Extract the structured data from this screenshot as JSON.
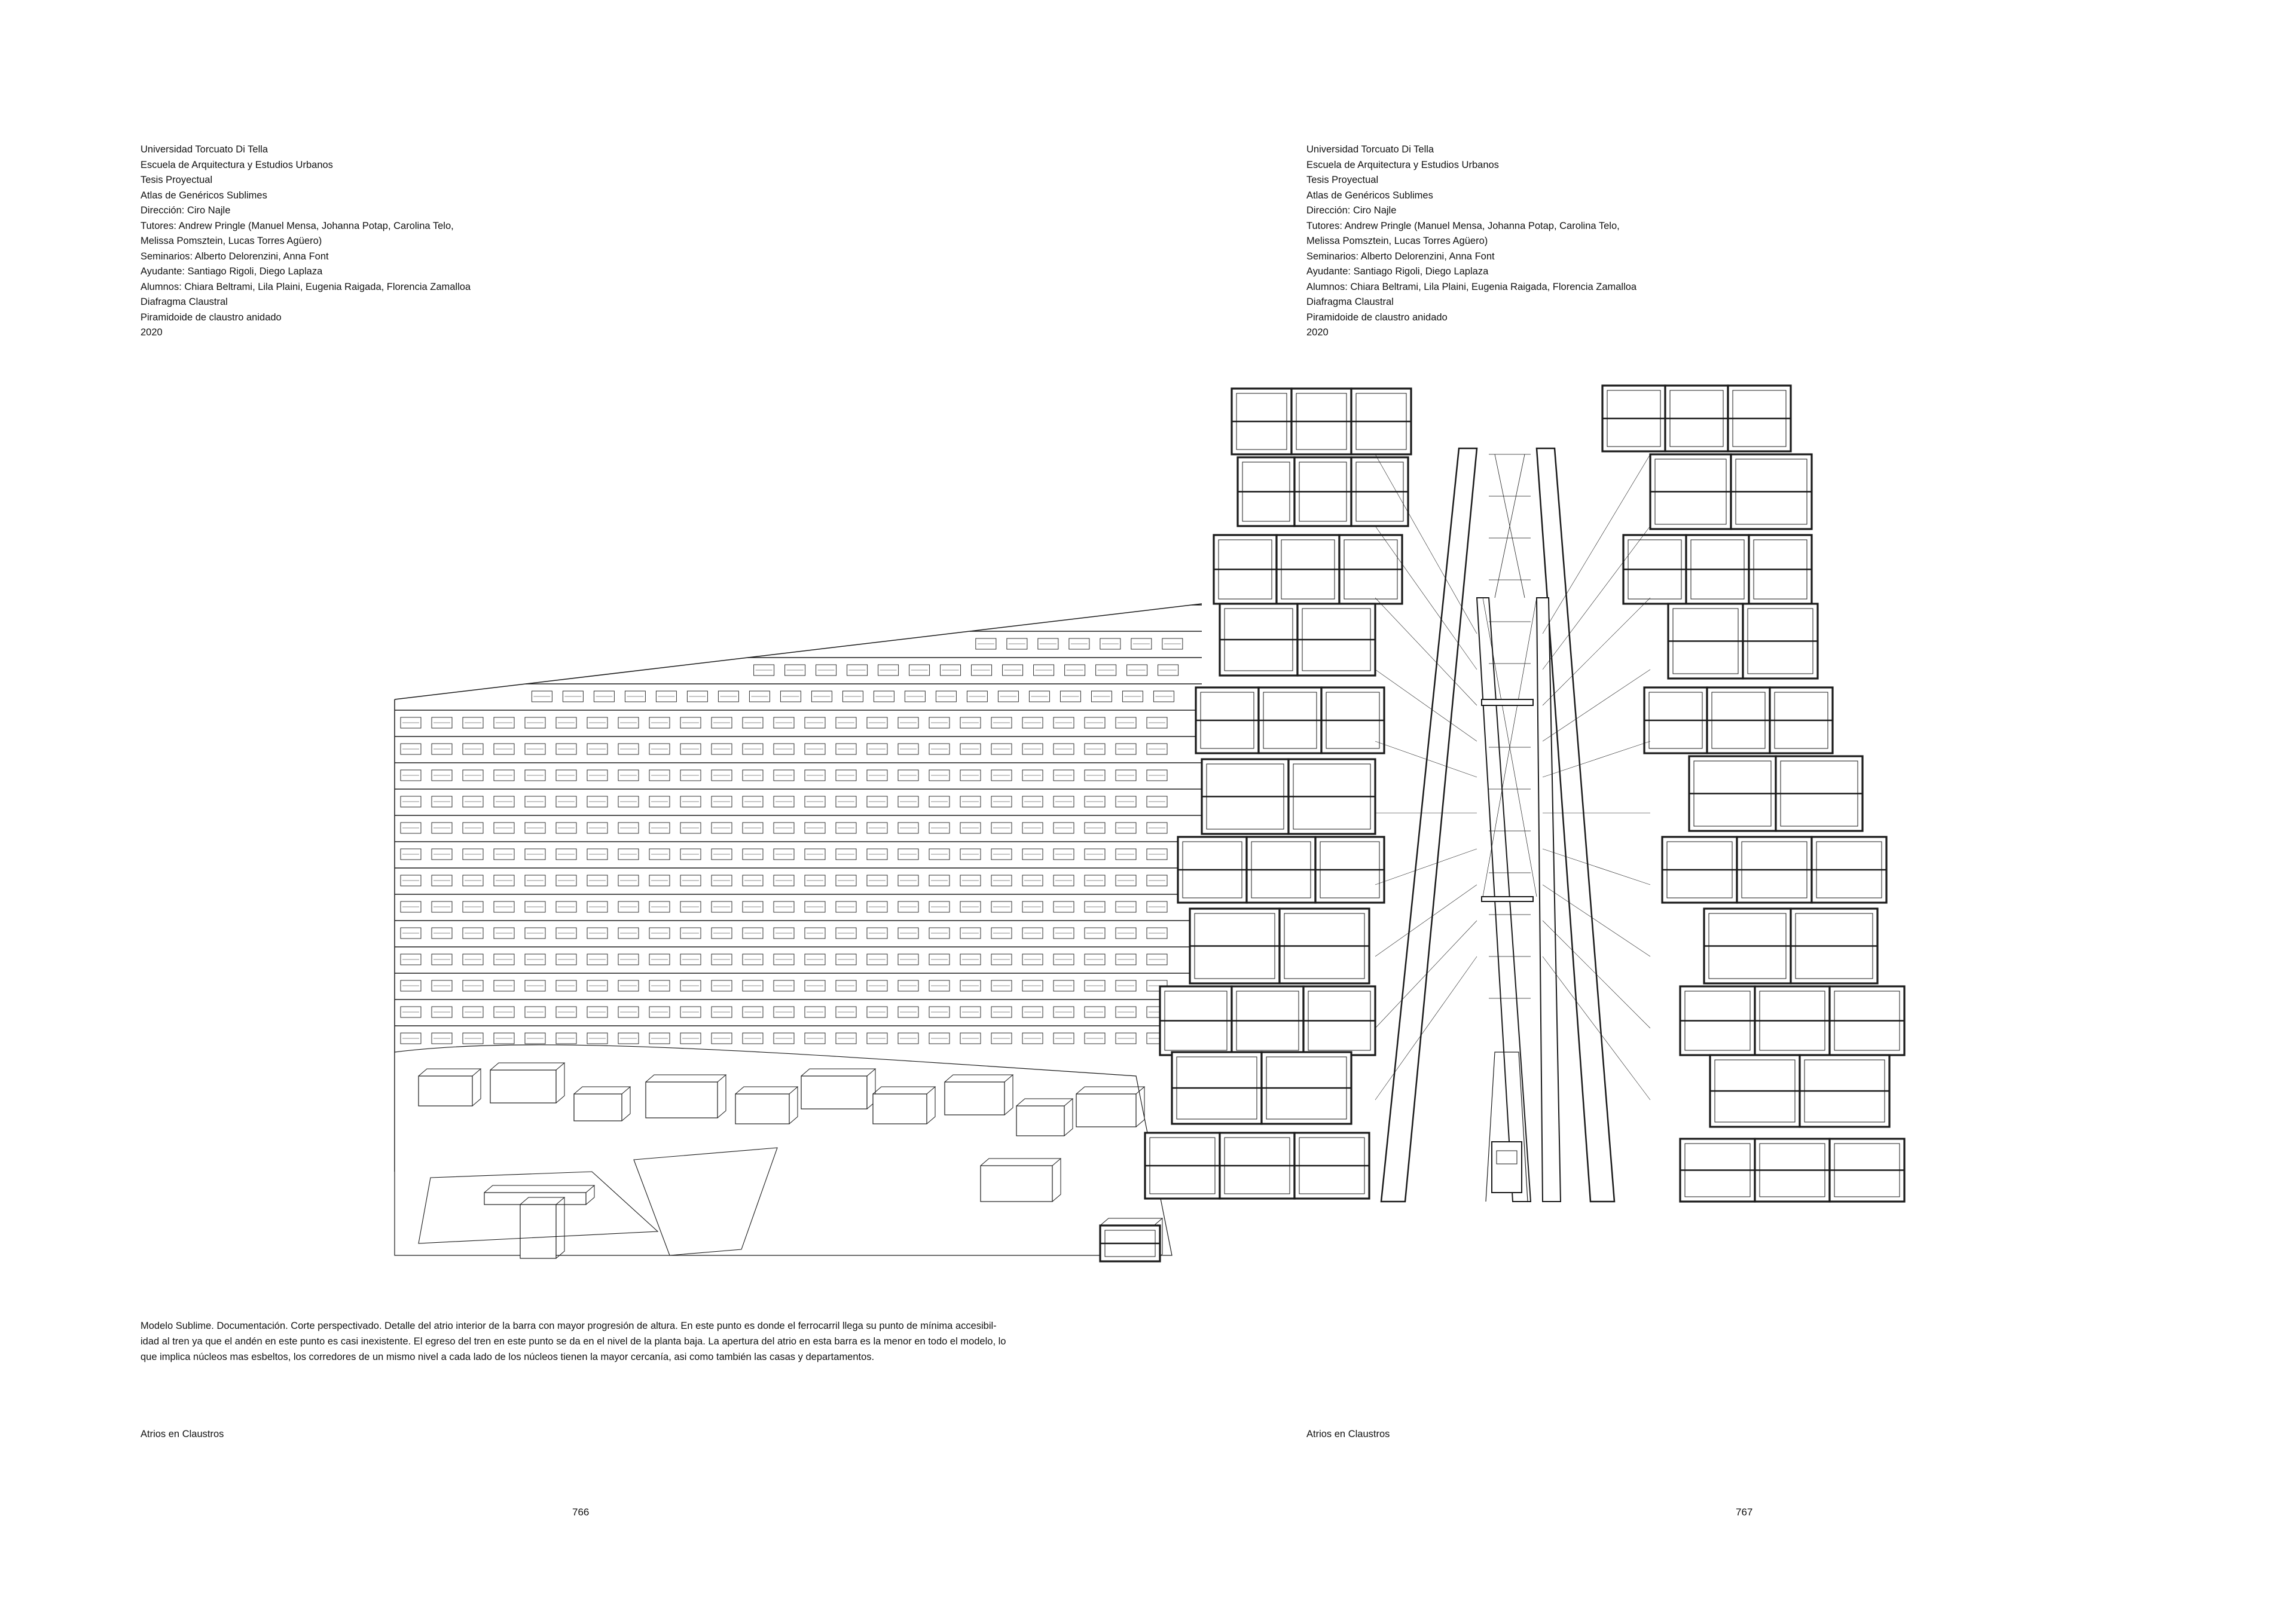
{
  "credits": {
    "left": [
      "Universidad Torcuato Di Tella",
      "Escuela de Arquitectura y Estudios Urbanos",
      "Tesis Proyectual",
      "Atlas de Genéricos Sublimes",
      "Dirección: Ciro Najle",
      "Tutores: Andrew Pringle (Manuel Mensa, Johanna Potap, Carolina Telo,",
      "Melissa Pomsztein, Lucas Torres Agüero)",
      "Seminarios: Alberto Delorenzini, Anna Font",
      "Ayudante: Santiago Rigoli, Diego Laplaza",
      "Alumnos: Chiara Beltrami, Lila Plaini, Eugenia Raigada, Florencia Zamalloa",
      "Diafragma Claustral",
      "Piramidoide de claustro anidado",
      "2020"
    ],
    "right": [
      "Universidad Torcuato Di Tella",
      "Escuela de Arquitectura y Estudios Urbanos",
      "Tesis Proyectual",
      "Atlas de Genéricos Sublimes",
      "Dirección: Ciro Najle",
      "Tutores: Andrew Pringle (Manuel Mensa, Johanna Potap, Carolina Telo,",
      "Melissa Pomsztein, Lucas Torres Agüero)",
      "Seminarios: Alberto Delorenzini, Anna Font",
      "Ayudante: Santiago Rigoli, Diego Laplaza",
      "Alumnos: Chiara Beltrami, Lila Plaini, Eugenia Raigada, Florencia Zamalloa",
      "Diafragma Claustral",
      "Piramidoide de claustro anidado",
      "2020"
    ]
  },
  "caption": {
    "lines": [
      "Modelo Sublime. Documentación. Corte perspectivado. Detalle del atrio interior de la barra con mayor progresión de altura. En este punto es donde el ferrocarril llega su punto de mínima accesibil-",
      "idad al tren ya que el andén en este punto es casi inexistente. El egreso del tren en este punto se da en el nivel de la planta baja. La apertura del atrio en esta barra es la menor en todo el modelo, lo",
      "que implica núcleos mas esbeltos, los corredores de un mismo nivel a cada lado de los núcleos tienen la mayor cercanía, asi como también las casas y departamentos."
    ]
  },
  "section": {
    "left": "Atrios en Claustros",
    "right": "Atrios en Claustros"
  },
  "pages": {
    "left": "766",
    "right": "767"
  },
  "drawing": {
    "stroke_color": "#1a1a1a",
    "background": "#ffffff"
  }
}
